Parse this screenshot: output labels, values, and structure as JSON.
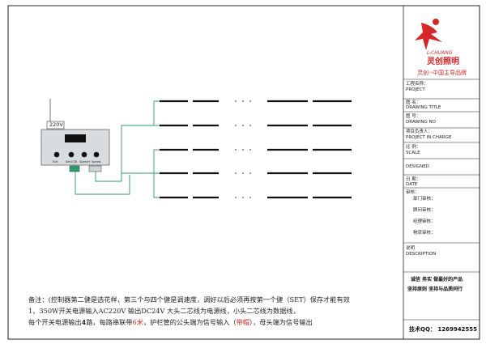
{
  "controller": {
    "voltage_label": "220V",
    "buttons": [
      "Exit",
      "Set/CSB",
      "Speed+",
      "Speed-"
    ]
  },
  "title_block": {
    "brand_en": "L-CHUANG",
    "brand_cn": "灵创照明",
    "tagline": "灵创--中国主导品牌",
    "project_cn": "工程名称：",
    "project_en": "PROJECT",
    "title_cn": "图  名：",
    "title_en": "DRAWING TITLE",
    "number_cn": "图  号：",
    "number_en": "DRAWING NO",
    "charge_cn": "项目负责人：",
    "charge_en": "PROJECT IN CHARGE",
    "scale_cn": "比  例：",
    "scale_en": "SCALE",
    "designed": "DESIGNED",
    "date_cn": "日  期：",
    "date_en": "DATE",
    "review_cn": "审核：",
    "review_items": [
      "部门审核：",
      "顾问审核：",
      "经理审核：",
      "物流审核："
    ],
    "desc_cn": "说明",
    "desc_en": "DESCRIPTION",
    "slogan1": "诚信  务实  做最好的产品",
    "slogan2": "坚持原则  坚持与品质同行",
    "qq": "技术QQ：  1269942555"
  },
  "notes": {
    "line1": "备注：(控制器第二健是选花样，第三个与四个健是调速度，调好以后必须再按第一个健（SET）保存才能有效",
    "line2": "1、350W开关电源输入AC220V        输出DC24V          大头二芯线为电源线，小头二芯线为数据线，",
    "line3_a": "每个开关电源输出",
    "line3_b": "4",
    "line3_c": "路，每路串联带",
    "line3_d": "6米",
    "line3_e": "，护栏管的公头端为信号输入（",
    "line3_f": "带帽",
    "line3_g": "），母头端为信号输出"
  },
  "colors": {
    "wire": "#2a9d6a",
    "accent": "#d62828"
  }
}
